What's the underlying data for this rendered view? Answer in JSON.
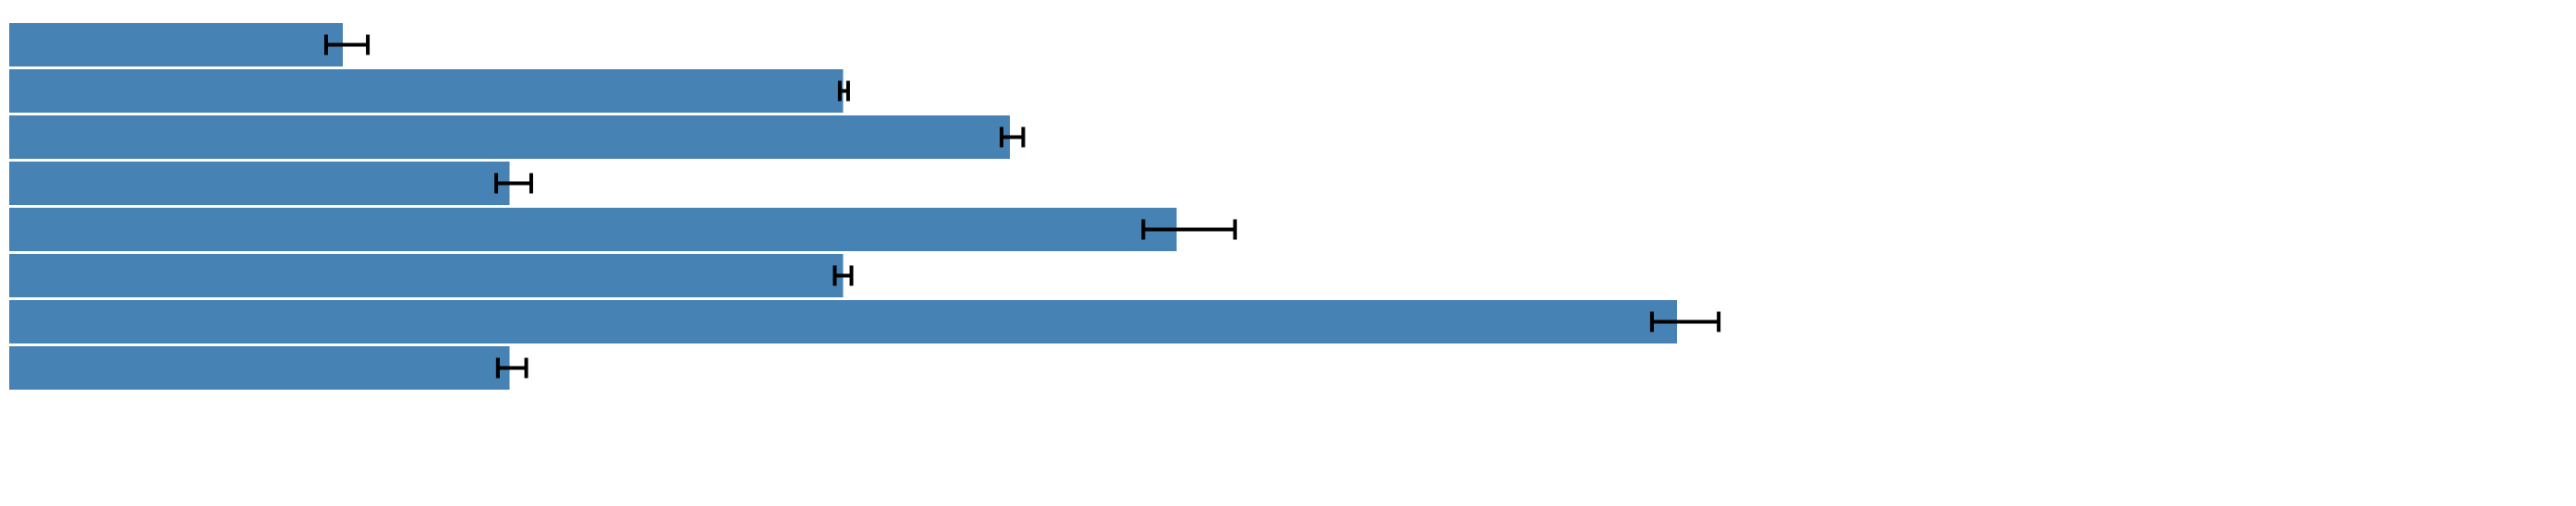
{
  "chart_data": {
    "type": "bar",
    "orientation": "horizontal",
    "categories": [
      "",
      "",
      "",
      "",
      "",
      "",
      "",
      ""
    ],
    "values": [
      2,
      5,
      6,
      3,
      7,
      5,
      10,
      3
    ],
    "error_low": [
      0.1,
      0.02,
      0.05,
      0.08,
      0.2,
      0.05,
      0.15,
      0.07
    ],
    "error_high": [
      0.15,
      0.03,
      0.08,
      0.13,
      0.35,
      0.05,
      0.25,
      0.1
    ],
    "xlim": [
      0,
      15.4
    ],
    "bar_color": "#4682b4",
    "error_bar_color": "#000000",
    "grid": false,
    "legend": "none",
    "title": "",
    "xlabel": "",
    "ylabel": ""
  }
}
